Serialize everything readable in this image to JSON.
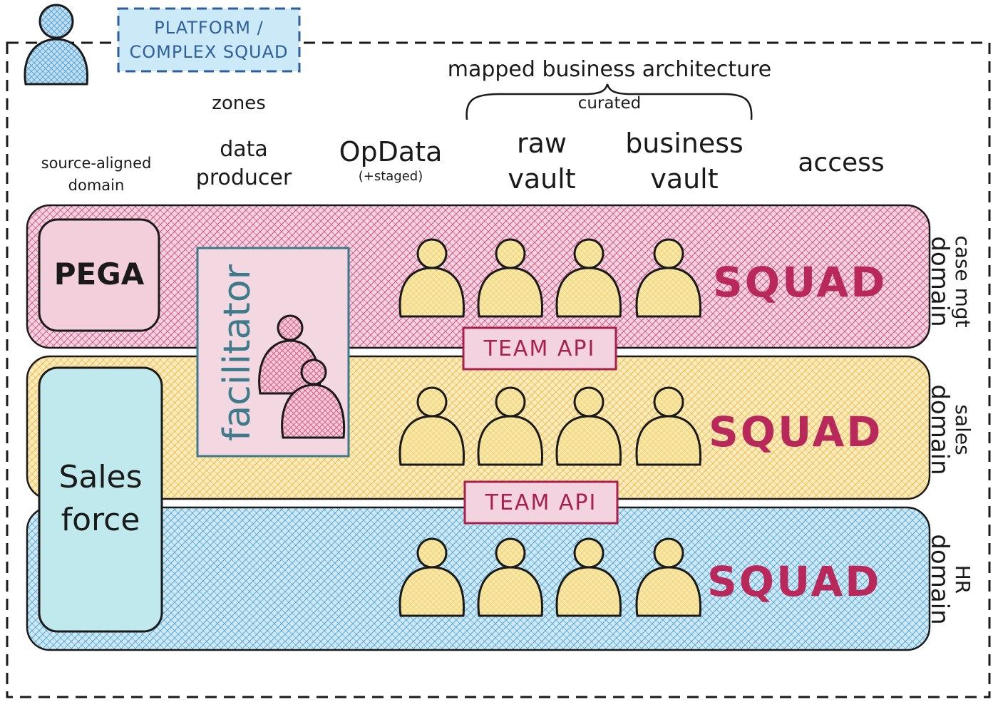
{
  "platform_label": {
    "line1": "PLATFORM /",
    "line2": "COMPLEX SQUAD"
  },
  "headers": {
    "mapped": "mapped business architecture",
    "curated": "curated",
    "zones": "zones",
    "source_aligned": {
      "line1": "source-aligned",
      "line2": "domain"
    },
    "data_producer": {
      "line1": "data",
      "line2": "producer"
    },
    "opdata": {
      "main": "OpData",
      "sub": "(+staged)"
    },
    "raw_vault": {
      "line1": "raw",
      "line2": "vault"
    },
    "business_vault": {
      "line1": "business",
      "line2": "vault"
    },
    "access": "access"
  },
  "systems": {
    "pega": "PEGA",
    "salesforce": {
      "line1": "Sales",
      "line2": "force"
    }
  },
  "facilitator": "facilitator",
  "squad_label": "SQUAD",
  "team_api": "TEAM API",
  "domains": {
    "case_mgt": {
      "line1": "case mgt",
      "line2": "domain"
    },
    "sales": {
      "line1": "sales",
      "line2": "domain"
    },
    "hr": {
      "line1": "HR",
      "line2": "domain"
    }
  },
  "colors": {
    "pink_band": "#c0306a",
    "yellow_band": "#f0be3c",
    "blue_band": "#3a9ccf",
    "pega_fill": "#f3cfdc",
    "salesforce_fill": "#bfe9ec",
    "platform_fill": "#cbe9f7",
    "person_fill": "#f7e6a0",
    "squad_text": "#b8285a",
    "facilitator_border": "#3d7a8a"
  }
}
